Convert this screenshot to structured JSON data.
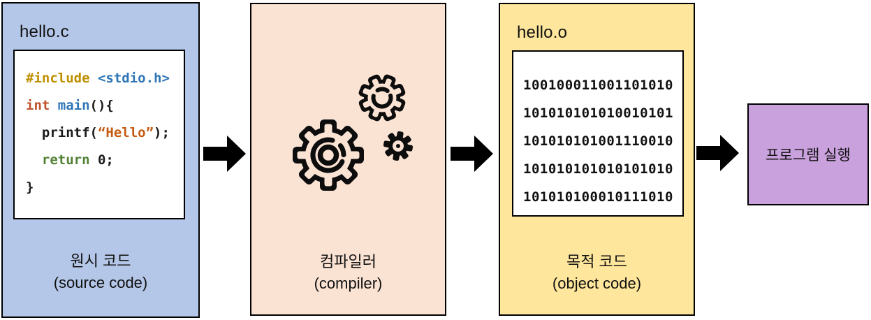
{
  "colors": {
    "source_box_bg": "#b5c7e8",
    "compiler_box_bg": "#fbe3d4",
    "object_box_bg": "#fee69c",
    "run_box_bg": "#c9a1dd",
    "border": "#000000",
    "arrow": "#000000",
    "code_gold": "#bf8f00",
    "code_blue": "#2e75b6",
    "code_red": "#c0532f",
    "code_orange": "#c55a11",
    "code_green": "#538135"
  },
  "source_box": {
    "file_name": "hello.c",
    "code_lines": [
      {
        "tokens": [
          {
            "text": "#include",
            "cls": "gold"
          },
          {
            "text": " ",
            "cls": "plain"
          },
          {
            "text": "<stdio.h>",
            "cls": "blue"
          }
        ]
      },
      {
        "tokens": [
          {
            "text": "int",
            "cls": "red"
          },
          {
            "text": " ",
            "cls": "plain"
          },
          {
            "text": "main",
            "cls": "blue"
          },
          {
            "text": "(){",
            "cls": "plain"
          }
        ]
      },
      {
        "tokens": [
          {
            "text": "  printf(",
            "cls": "plain"
          },
          {
            "text": "“Hello”",
            "cls": "orange"
          },
          {
            "text": ");",
            "cls": "plain"
          }
        ]
      },
      {
        "tokens": [
          {
            "text": "  ",
            "cls": "plain"
          },
          {
            "text": "return",
            "cls": "green"
          },
          {
            "text": " 0;",
            "cls": "plain"
          }
        ]
      },
      {
        "tokens": [
          {
            "text": "}",
            "cls": "plain"
          }
        ]
      }
    ],
    "label_ko": "원시 코드",
    "label_en": "(source code)"
  },
  "compiler_box": {
    "icon": "gears-icon",
    "label_ko": "컴파일러",
    "label_en": "(compiler)"
  },
  "object_box": {
    "file_name": "hello.o",
    "binary_lines": [
      "100100011001101010",
      "101010101010010101",
      "101010101001110010",
      "101010101010101010",
      "101010100010111010"
    ],
    "label_ko": "목적 코드",
    "label_en": "(object code)"
  },
  "run_box": {
    "label": "프로그램 실행"
  }
}
